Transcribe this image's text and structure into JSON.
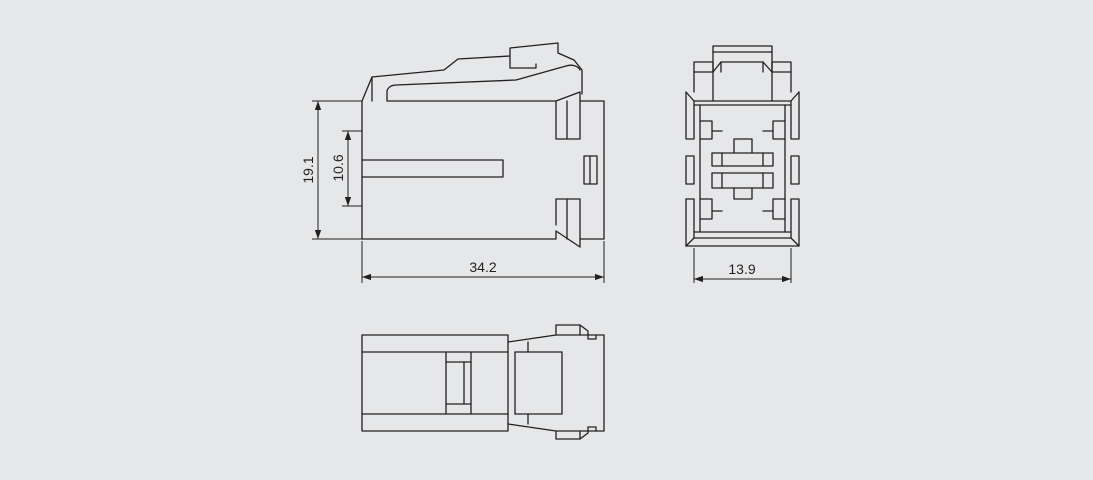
{
  "dimensions": {
    "width_label": "34.2",
    "height_label": "19.1",
    "slot_label": "10.6",
    "front_width_label": "13.9"
  },
  "colors": {
    "background": "#e6e7e8",
    "line": "#231f20"
  }
}
